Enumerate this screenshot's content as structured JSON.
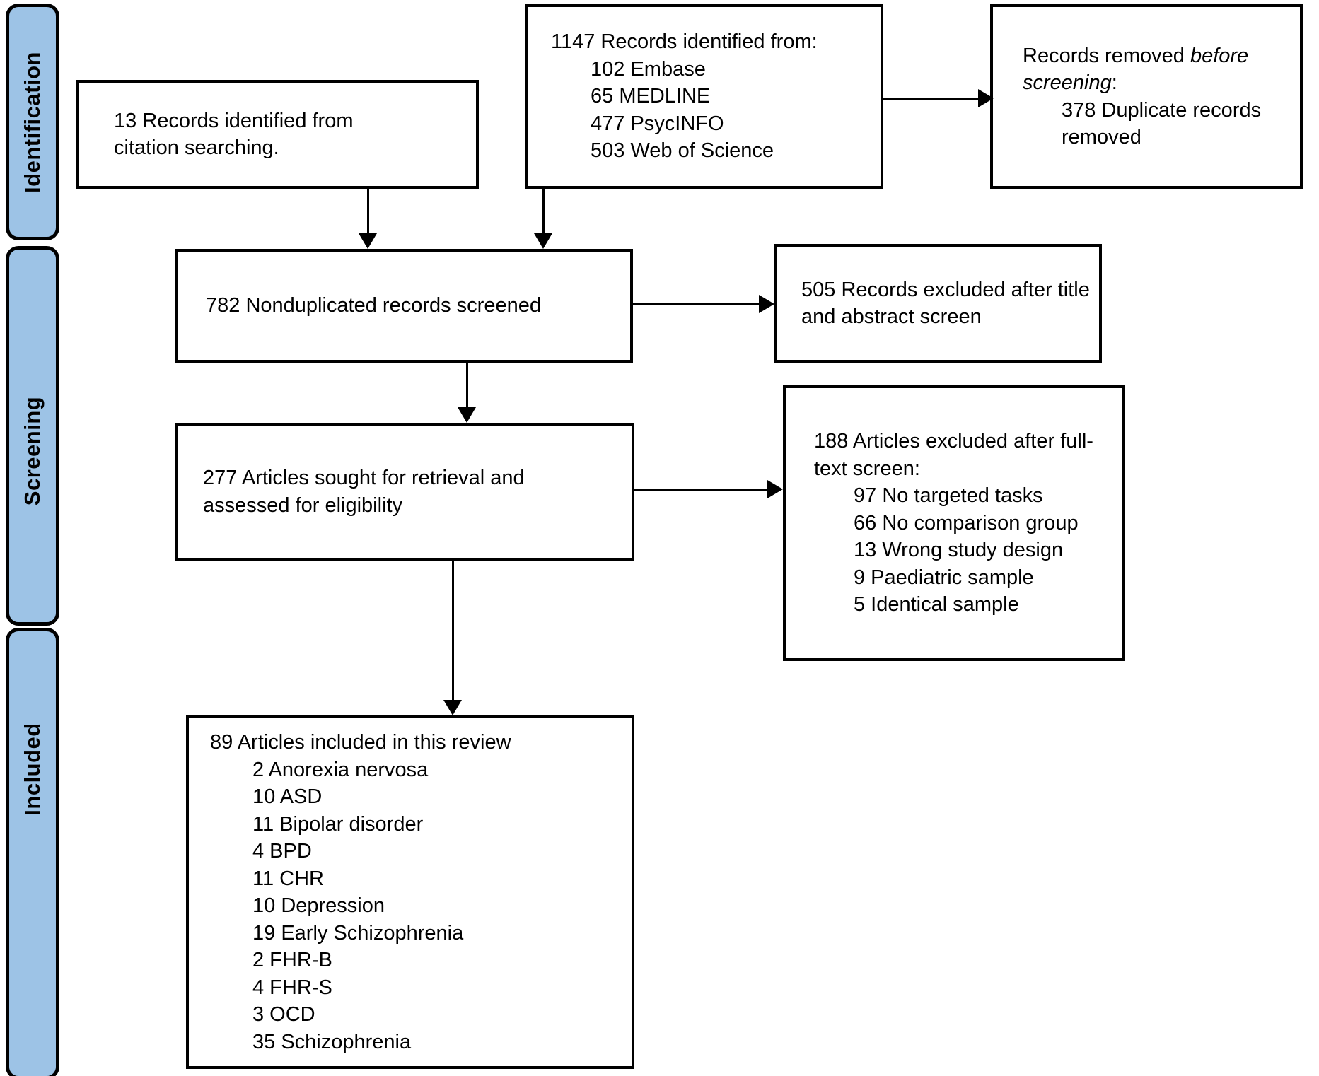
{
  "colors": {
    "stage_fill": "#9DC3E6",
    "stage_border": "#000000",
    "box_fill": "#FFFFFF",
    "box_border": "#000000",
    "arrow": "#000000",
    "text": "#000000"
  },
  "sidebar": {
    "stages": [
      {
        "id": "identification",
        "label": "Identification"
      },
      {
        "id": "screening",
        "label": "Screening"
      },
      {
        "id": "included",
        "label": "Included"
      }
    ]
  },
  "boxes": {
    "citation_search": {
      "lines": [
        {
          "t": "13 Records identified from"
        },
        {
          "t": "citation searching."
        }
      ]
    },
    "database_search": {
      "lines": [
        {
          "t": "1147 Records identified from:"
        },
        {
          "t": "102 Embase",
          "ind": true
        },
        {
          "t": "65 MEDLINE",
          "ind": true
        },
        {
          "t": "477 PsycINFO",
          "ind": true
        },
        {
          "t": "503 Web of Science",
          "ind": true
        }
      ]
    },
    "records_removed": {
      "lines": [
        {
          "seg": [
            {
              "t": "Records removed "
            },
            {
              "t": "before",
              "i": true
            }
          ]
        },
        {
          "seg": [
            {
              "t": "screening",
              "i": true
            },
            {
              "t": ":"
            }
          ]
        },
        {
          "t": "378 Duplicate records",
          "ind": true
        },
        {
          "t": "removed",
          "ind": true
        }
      ]
    },
    "records_screened": {
      "lines": [
        {
          "t": "782 Nonduplicated records screened"
        }
      ]
    },
    "records_excluded": {
      "lines": [
        {
          "t": "505 Records excluded after title"
        },
        {
          "t": "and abstract screen"
        }
      ]
    },
    "articles_sought": {
      "lines": [
        {
          "t": "277 Articles sought for retrieval and"
        },
        {
          "t": "assessed for eligibility"
        }
      ]
    },
    "articles_excluded": {
      "lines": [
        {
          "t": "188 Articles excluded after full-"
        },
        {
          "t": "text screen:"
        },
        {
          "t": "97 No targeted tasks",
          "ind": true
        },
        {
          "t": "66 No comparison group",
          "ind": true
        },
        {
          "t": "13 Wrong study design",
          "ind": true
        },
        {
          "t": "9 Paediatric sample",
          "ind": true
        },
        {
          "t": "5 Identical sample",
          "ind": true
        }
      ]
    },
    "articles_included": {
      "lines": [
        {
          "t": "89 Articles included in this review"
        },
        {
          "t": "2 Anorexia nervosa",
          "ind": true
        },
        {
          "t": "10 ASD",
          "ind": true
        },
        {
          "t": "11 Bipolar disorder",
          "ind": true
        },
        {
          "t": "4 BPD",
          "ind": true
        },
        {
          "t": "11 CHR",
          "ind": true
        },
        {
          "t": "10 Depression",
          "ind": true
        },
        {
          "t": "19 Early Schizophrenia",
          "ind": true
        },
        {
          "t": "2 FHR-B",
          "ind": true
        },
        {
          "t": "4 FHR-S",
          "ind": true
        },
        {
          "t": "3 OCD",
          "ind": true
        },
        {
          "t": "35 Schizophrenia",
          "ind": true
        }
      ]
    }
  }
}
